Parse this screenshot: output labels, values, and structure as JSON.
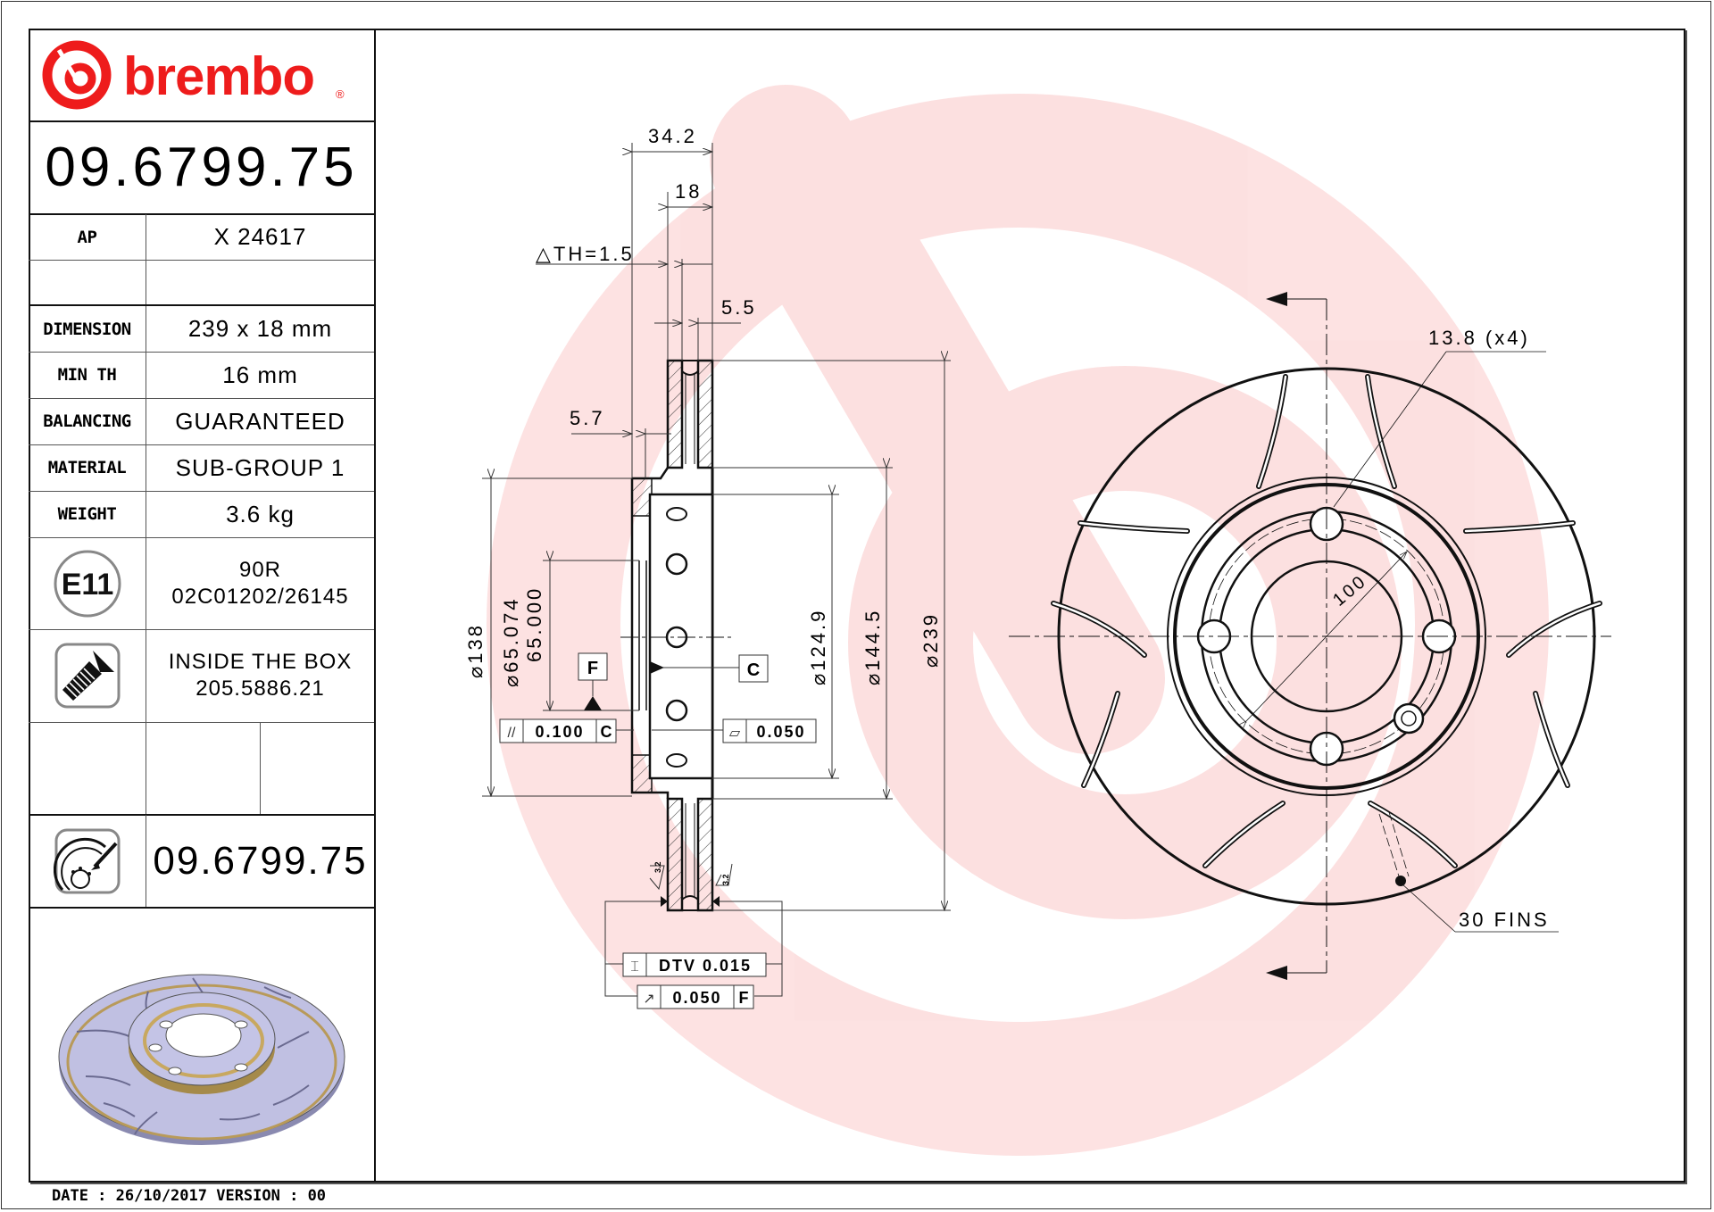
{
  "brand": {
    "name": "brembo",
    "registered_mark": "®",
    "color": "#ee1c1c"
  },
  "part_number": "09.6799.75",
  "specs": [
    {
      "label": "AP",
      "value": "X 24617"
    },
    {
      "label": "",
      "value": ""
    },
    {
      "label": "DIMENSION",
      "value": "239 x 18 mm"
    },
    {
      "label": "MIN TH",
      "value": "16 mm"
    },
    {
      "label": "BALANCING",
      "value": "GUARANTEED"
    },
    {
      "label": "MATERIAL",
      "value": "SUB-GROUP 1"
    },
    {
      "label": "WEIGHT",
      "value": "3.6 kg"
    }
  ],
  "approval": {
    "icon": "e11-approval-icon",
    "mark": "E11",
    "line1": "90R",
    "line2": "02C01202/26145"
  },
  "screw": {
    "icon": "screw-icon",
    "line1": "INSIDE THE BOX",
    "line2": "205.5886.21"
  },
  "disc_code": {
    "icon": "brake-disc-icon",
    "value": "09.6799.75"
  },
  "footer": {
    "date_line": "DATE : 26/10/2017 VERSION : 00"
  },
  "section_view": {
    "overall_width": "34.2",
    "thickness": "18",
    "delta_th": "△TH=1.5",
    "vane_gap": "5.5",
    "hat_wall": "5.7",
    "dia_138": "138",
    "bore_tol_upper": "65.074",
    "bore_tol_lower": "65.000",
    "dia_124_9": "124.9",
    "dia_144_5": "144.5",
    "dia_239": "239",
    "datum_f": "F",
    "datum_c": "C",
    "parallelism": {
      "symbol": "//",
      "value": "0.100",
      "datum": "C"
    },
    "flatness": {
      "symbol": "▱",
      "value": "0.050"
    },
    "dtv": {
      "symbol": "⌶",
      "value": "DTV 0.015"
    },
    "runout": {
      "symbol": "↗",
      "value": "0.050",
      "datum": "F"
    },
    "roughness_left": "3.2",
    "roughness_right": "3.2"
  },
  "front_view": {
    "bolt_holes": "13.8 (x4)",
    "pcd": "100",
    "fins": "30 FINS"
  }
}
